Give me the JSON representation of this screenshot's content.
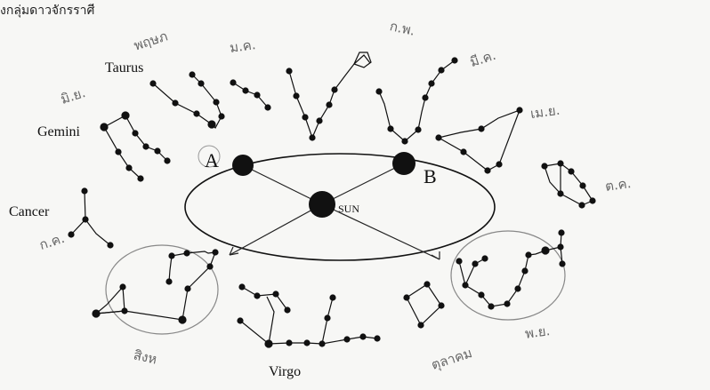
{
  "header": {
    "text": "งกลุ่มดาวจักรราศี"
  },
  "labels": {
    "taurus": "Taurus",
    "gemini": "Gemini",
    "cancer": "Cancer",
    "virgo": "Virgo",
    "point_a": "A",
    "point_b": "B",
    "sun": "SUN"
  },
  "handwriting": {
    "h1": "พฤษภ",
    "h2": "มิ.ย.",
    "h3": "ม.ค.",
    "h4": "ก.พ.",
    "h5": "มี.ค.",
    "h6": "เม.ย.",
    "h7": "ก.ค.",
    "h8": "สิงห",
    "h9": "ต.ค.",
    "h10": "ตุลาคม",
    "h11": "พ.ย."
  },
  "colors": {
    "ink": "#111111",
    "pencil": "#777777",
    "paper": "#f7f7f5"
  }
}
